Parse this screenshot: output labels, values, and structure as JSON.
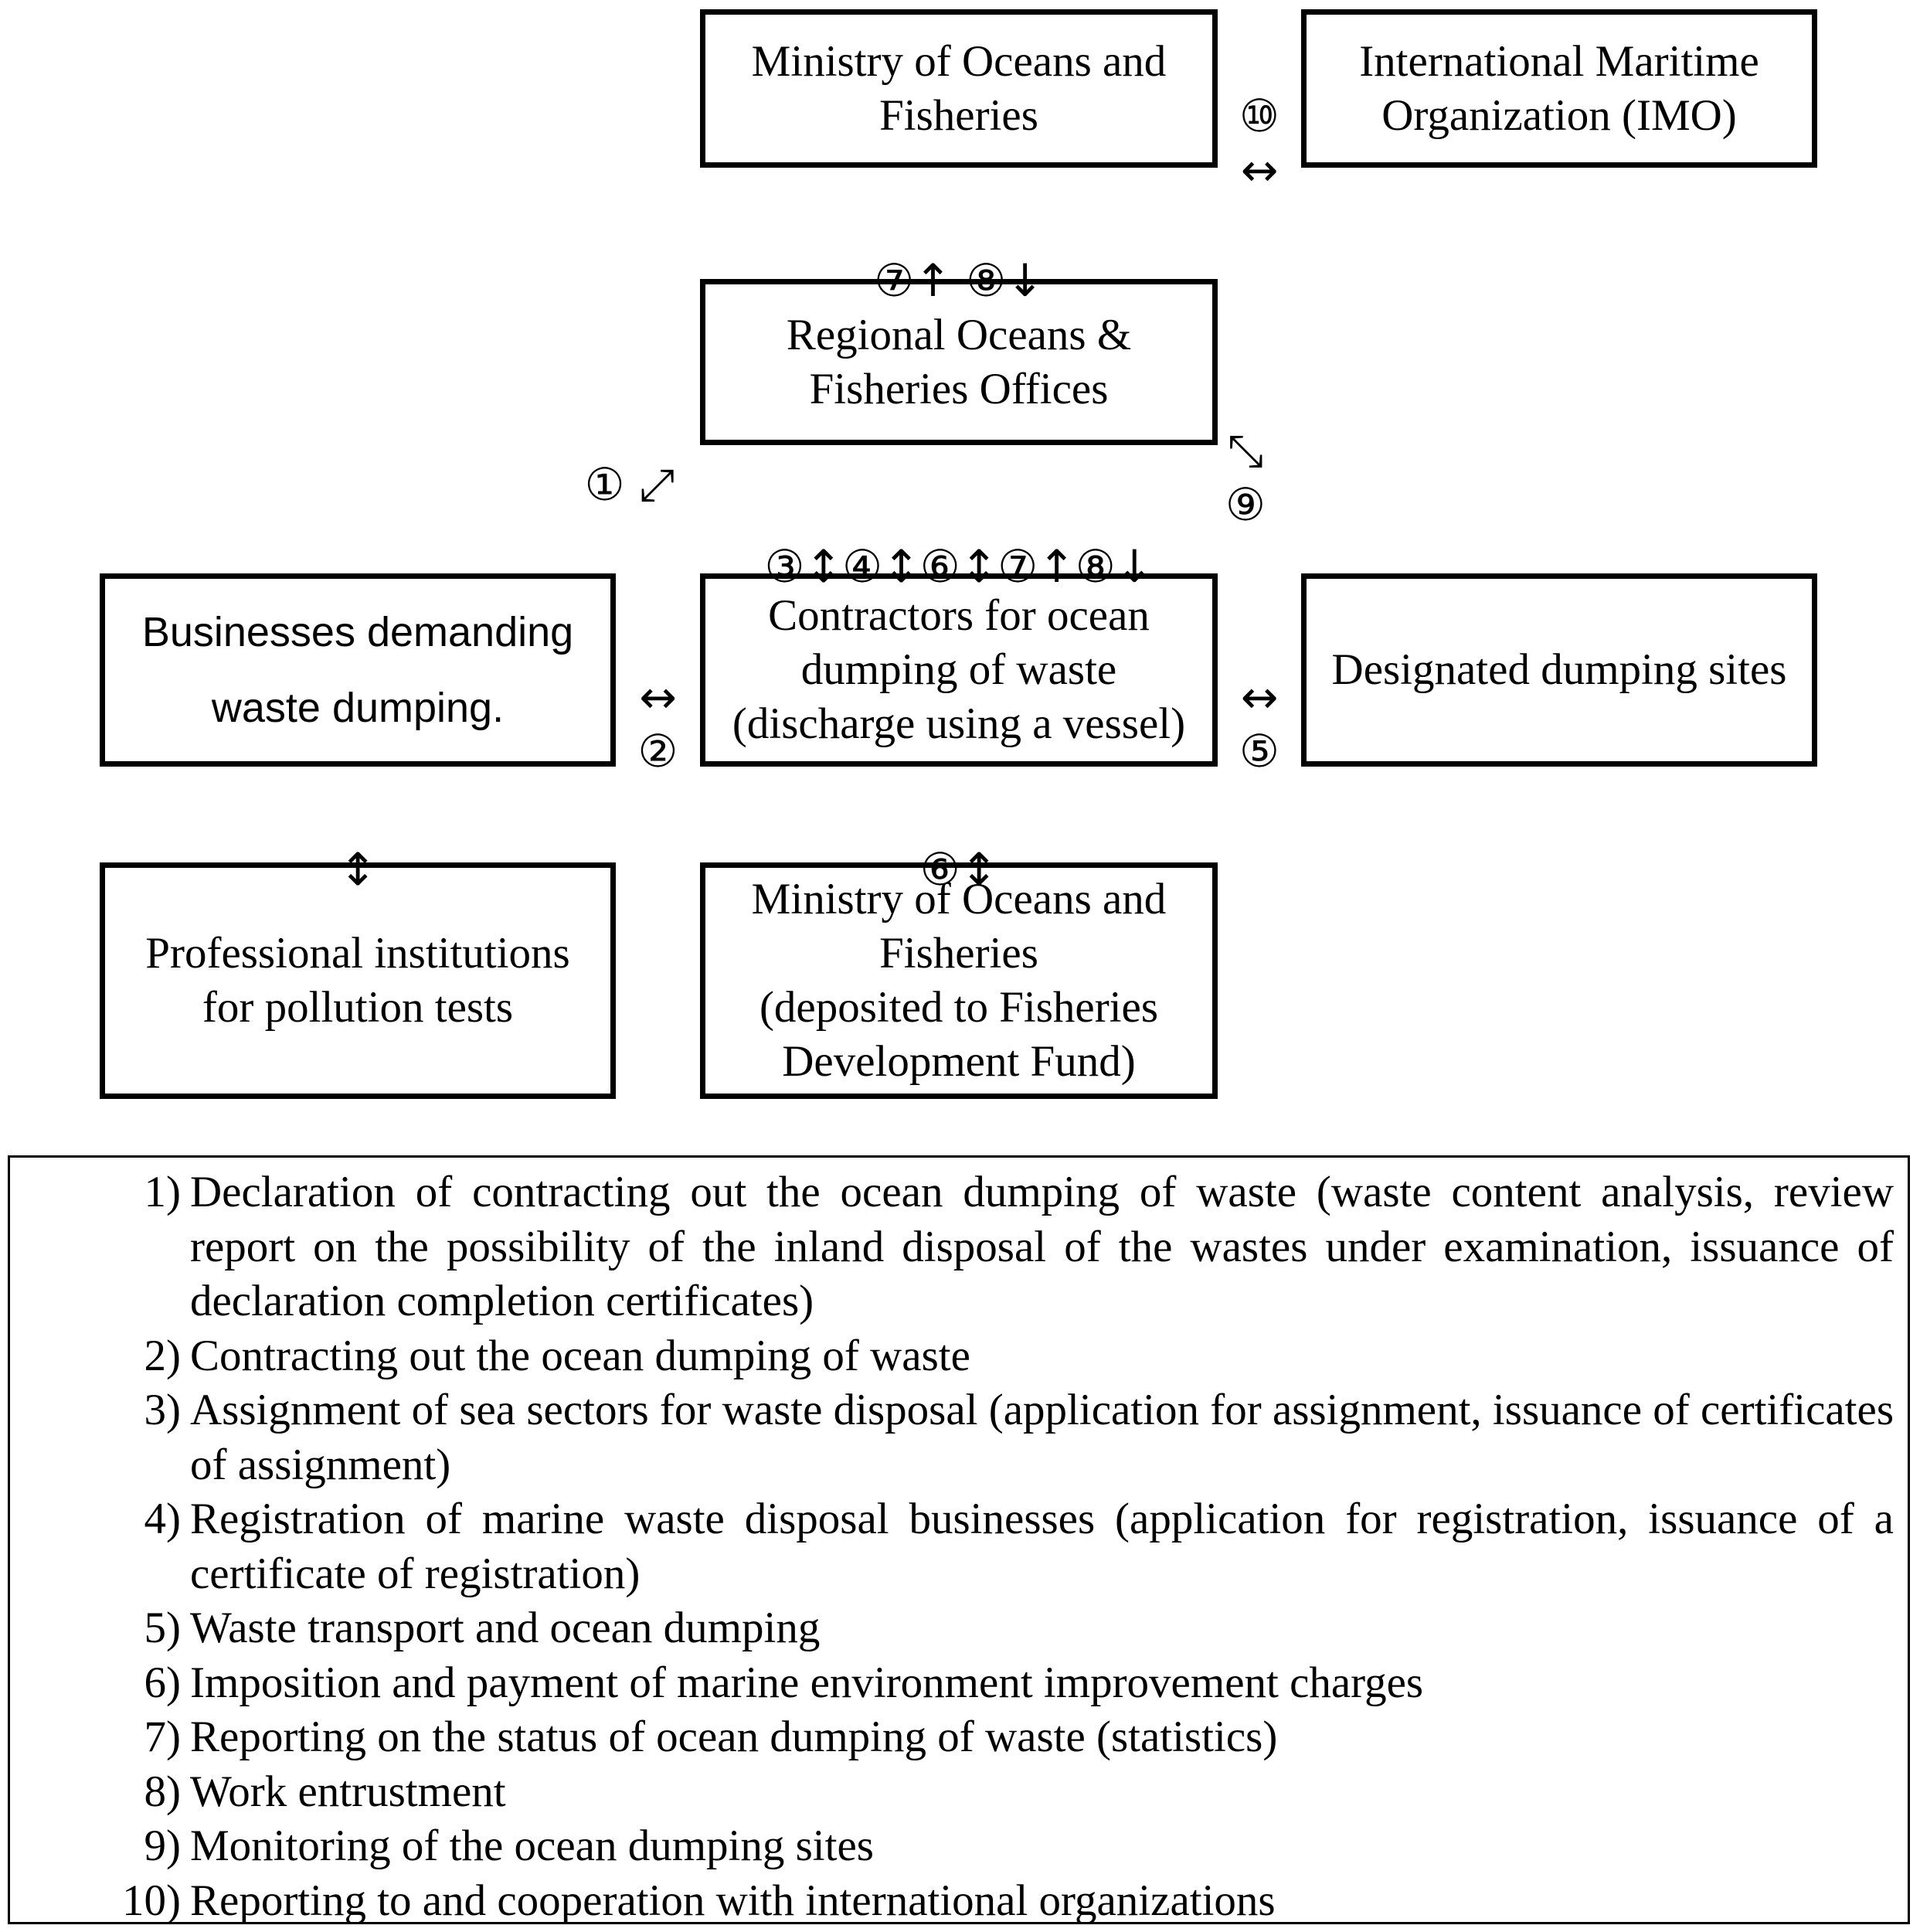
{
  "nodes": {
    "mof_top": "Ministry of Oceans and\nFisheries",
    "imo": "International Maritime\nOrganization (IMO)",
    "regional": "Regional Oceans &\nFisheries Offices",
    "businesses": "Businesses demanding\nwaste dumping.",
    "contractors": "Contractors for ocean\ndumping of waste\n(discharge using a vessel)",
    "dumping_sites": "Designated dumping sites",
    "professional": "Professional institutions\nfor pollution tests",
    "mof_fund": "Ministry of Oceans and\nFisheries\n(deposited to Fisheries\nDevelopment Fund)"
  },
  "connectors": {
    "mof_imo": "⑩\n↔",
    "mof_regional": "⑦↑ ⑧↓",
    "regional_businesses": "① ⤢",
    "regional_sites": "⤡\n⑨",
    "regional_contractors": "③↕④↕⑥↕⑦↑⑧↓",
    "businesses_contractors": "↔\n②",
    "contractors_sites": "↔\n⑤",
    "businesses_professional": "↕",
    "contractors_fund": "⑥↕"
  },
  "legend": [
    {
      "num": "1)",
      "text": "Declaration of contracting out the ocean dumping of waste (waste content analysis, review report on the possibility of the inland disposal of the wastes under examination, issuance of declaration completion certificates)"
    },
    {
      "num": "2)",
      "text": "Contracting out the ocean dumping of waste"
    },
    {
      "num": "3)",
      "text": "Assignment of sea sectors for waste disposal (application for assignment, issuance of certificates of assignment)"
    },
    {
      "num": "4)",
      "text": "Registration of marine waste disposal businesses (application for registration, issuance of a certificate of registration)"
    },
    {
      "num": "5)",
      "text": "Waste transport and ocean dumping"
    },
    {
      "num": "6)",
      "text": "Imposition and payment of marine environment improvement charges"
    },
    {
      "num": "7)",
      "text": "Reporting on the status of ocean dumping of waste (statistics)"
    },
    {
      "num": "8)",
      "text": "Work entrustment"
    },
    {
      "num": "9)",
      "text": "Monitoring of the ocean dumping sites"
    },
    {
      "num": "10)",
      "text": "Reporting to and cooperation with international organizations"
    }
  ]
}
